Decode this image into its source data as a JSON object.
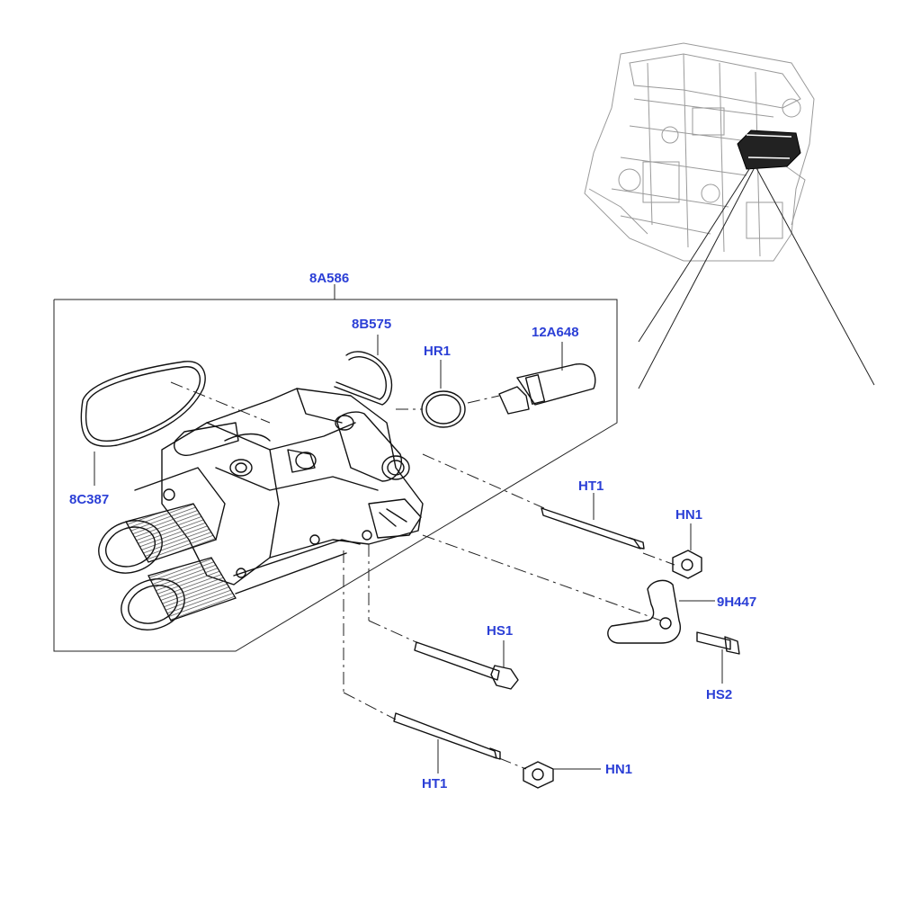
{
  "diagram": {
    "callouts": {
      "assembly": "8A586",
      "clip": "8B575",
      "o_ring": "HR1",
      "sensor": "12A648",
      "gasket": "8C387",
      "stud_upper": "HT1",
      "nut_upper": "HN1",
      "bracket": "9H447",
      "bolt_bracket": "HS2",
      "bolt_lower": "HS1",
      "stud_lower": "HT1",
      "nut_lower": "HN1"
    }
  }
}
